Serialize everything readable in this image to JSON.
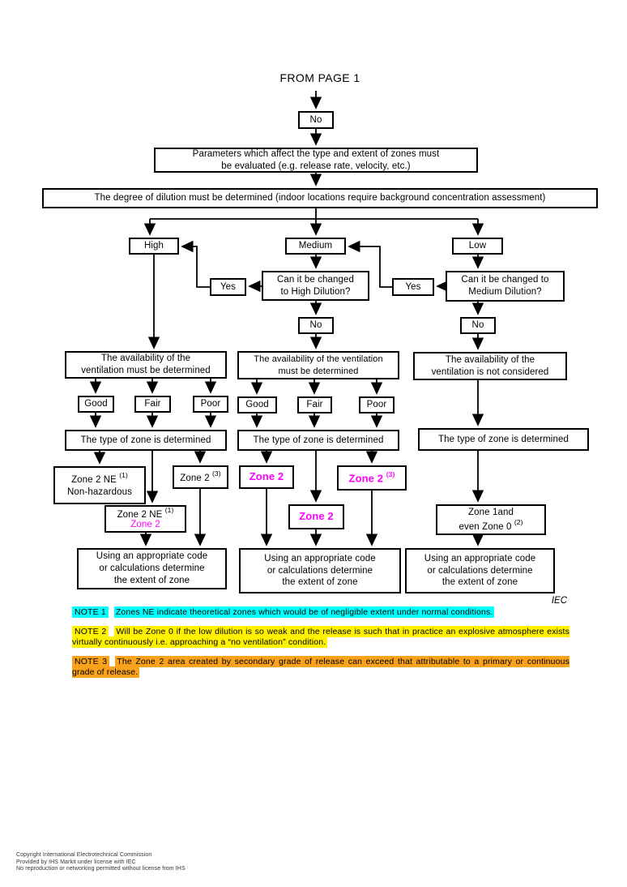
{
  "header": {
    "title": "FROM PAGE 1"
  },
  "colors": {
    "magenta": "#FF00FF",
    "note1_highlight": "#00FFFF",
    "note2_highlight": "#FFF100",
    "note3_highlight": "#FAA21B"
  },
  "nodes": {
    "no1": {
      "label": "No"
    },
    "params": {
      "line1": "Parameters which affect the type and extent of zones must",
      "line2": "be evaluated (e.g. release rate, velocity, etc.)"
    },
    "dilution": {
      "label": "The degree of dilution must be determined (indoor locations require background concentration assessment)"
    },
    "high": {
      "label": "High"
    },
    "medium": {
      "label": "Medium"
    },
    "low": {
      "label": "Low"
    },
    "yes1": {
      "label": "Yes"
    },
    "can1": {
      "line1": "Can it be changed",
      "line2": "to High Dilution?"
    },
    "no2": {
      "label": "No"
    },
    "yes2": {
      "label": "Yes"
    },
    "can2": {
      "line1": "Can it be changed to",
      "line2": "Medium Dilution?"
    },
    "no3": {
      "label": "No"
    },
    "avail1": {
      "line1": "The availability of the",
      "line2": "ventilation must be determined"
    },
    "avail2": {
      "line1": "The availability of the ventilation",
      "line2": "must be determined"
    },
    "avail3": {
      "line1": "The availability of the",
      "line2": "ventilation is not considered"
    },
    "good1": {
      "label": "Good"
    },
    "fair1": {
      "label": "Fair"
    },
    "poor1": {
      "label": "Poor"
    },
    "good2": {
      "label": "Good"
    },
    "fair2": {
      "label": "Fair"
    },
    "poor2": {
      "label": "Poor"
    },
    "type1": {
      "label": "The type of zone is determined"
    },
    "type2": {
      "label": "The type of zone is determined"
    },
    "type3": {
      "label": "The type of zone is determined"
    },
    "zone_ne_nonhaz": {
      "line1": "Zone 2 NE",
      "sup1": "(1)",
      "line2": "Non-hazardous"
    },
    "zone2_3_left": {
      "text": "Zone 2",
      "sup": "(3)"
    },
    "zone_ne_zone2": {
      "line1": "Zone 2 NE",
      "sup1": "(1)",
      "line2": "Zone 2"
    },
    "zone2_good": {
      "label": "Zone 2"
    },
    "zone2_3_mid": {
      "text": "Zone 2",
      "sup": "(3)"
    },
    "zone2_fair": {
      "label": "Zone 2"
    },
    "zone1_0": {
      "line1": "Zone 1and",
      "line2": "even Zone 0",
      "sup": "(2)"
    },
    "using1": {
      "line1": "Using an appropriate code",
      "line2": "or calculations determine",
      "line3": "the extent of zone"
    },
    "using2": {
      "line1": "Using an appropriate code",
      "line2": "or calculations determine",
      "line3": "the extent of zone"
    },
    "using3": {
      "line1": "Using an appropriate code",
      "line2": "or calculations determine",
      "line3": "the extent of zone"
    }
  },
  "iec_label": "IEC",
  "notes": {
    "note1": {
      "label": "NOTE 1",
      "text": "Zones NE indicate theoretical zones which would be of negligible extent under normal conditions."
    },
    "note2": {
      "label": "NOTE 2",
      "text": "Will be Zone 0 if the low dilution is so weak and the release is such that in practice an explosive atmosphere exists virtually continuously i.e. approaching a “no ventilation” condition."
    },
    "note3": {
      "label": "NOTE 3",
      "text": "The Zone 2 area created by secondary grade of release can exceed that attributable to a primary or continuous grade of release."
    }
  },
  "footer": {
    "line1": "Copyright International Electrotechnical Commission",
    "line2": "Provided by IHS Markit under license with IEC",
    "line3": "No reproduction or networking permitted without license from IHS"
  }
}
